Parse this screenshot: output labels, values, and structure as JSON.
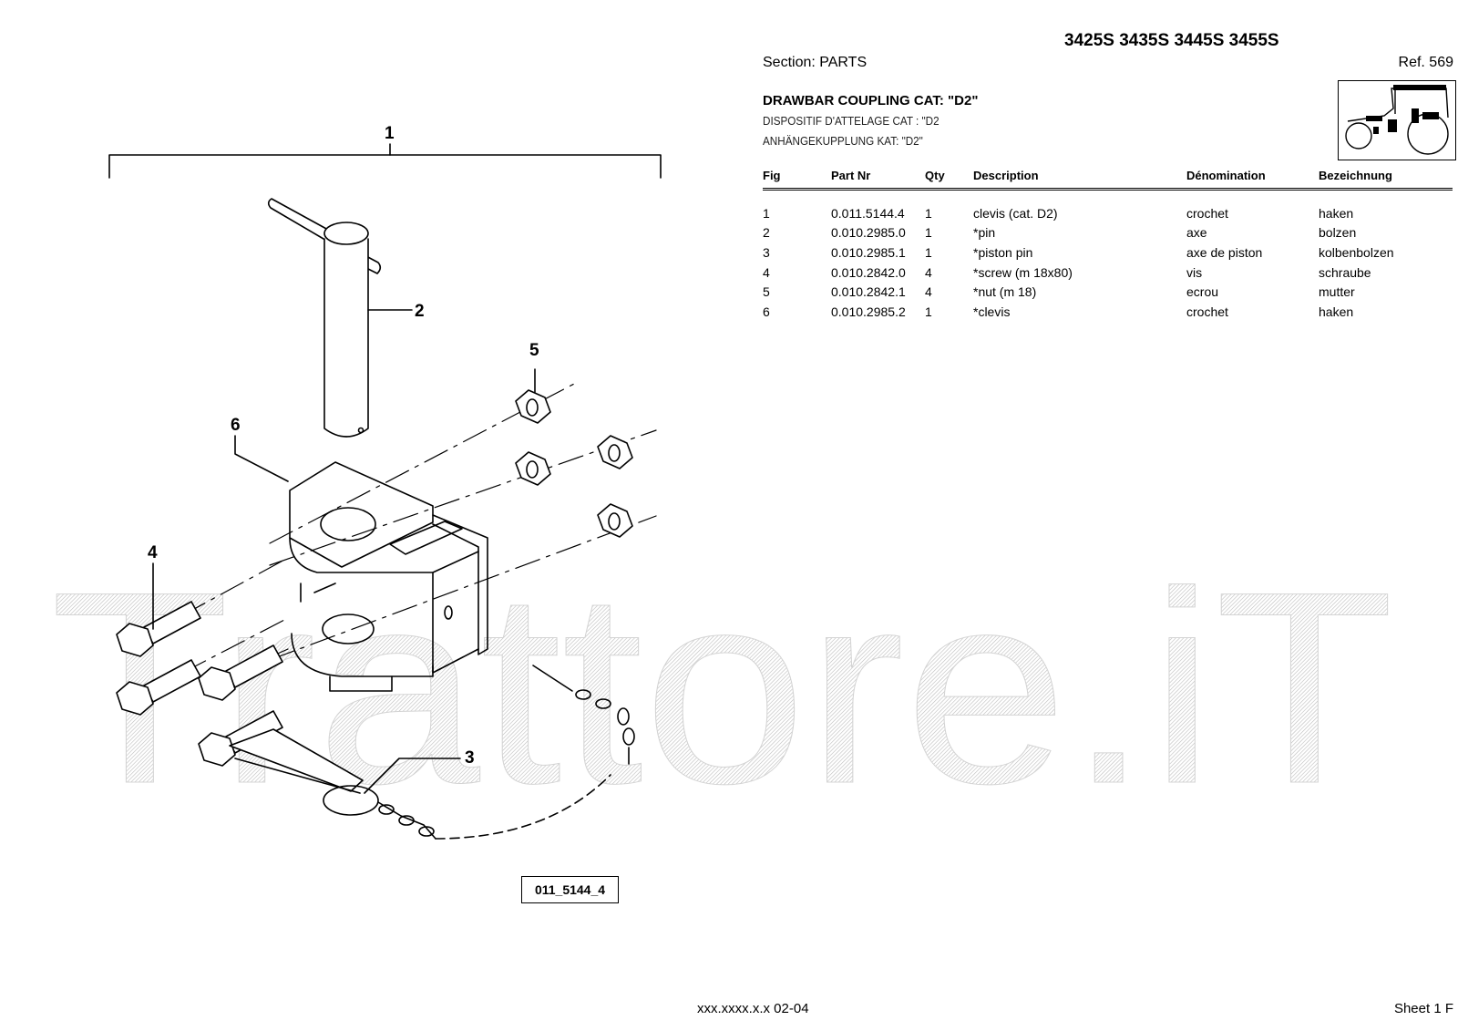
{
  "header": {
    "models": "3425S 3435S 3445S 3455S",
    "section": "Section: PARTS",
    "ref": "Ref. 569",
    "title_en": "DRAWBAR COUPLING CAT: \"D2\"",
    "title_fr": "DISPOSITIF D'ATTELAGE CAT : \"D2",
    "title_de": "ANHÄNGEKUPPLUNG KAT: \"D2\""
  },
  "table": {
    "headers": [
      "Fig",
      "Part Nr",
      "Qty",
      "Description",
      "Dénomination",
      "Bezeichnung"
    ],
    "rows": [
      [
        "1",
        "0.011.5144.4",
        "1",
        "clevis (cat. D2)",
        "crochet",
        "haken"
      ],
      [
        "2",
        "0.010.2985.0",
        "1",
        "*pin",
        "axe",
        "bolzen"
      ],
      [
        "3",
        "0.010.2985.1",
        "1",
        "*piston pin",
        "axe de piston",
        "kolbenbolzen"
      ],
      [
        "4",
        "0.010.2842.0",
        "4",
        "*screw (m 18x80)",
        "vis",
        "schraube"
      ],
      [
        "5",
        "0.010.2842.1",
        "4",
        "*nut (m 18)",
        "ecrou",
        "mutter"
      ],
      [
        "6",
        "0.010.2985.2",
        "1",
        "*clevis",
        "crochet",
        "haken"
      ]
    ]
  },
  "diagram": {
    "callouts": [
      "1",
      "2",
      "3",
      "4",
      "5",
      "6"
    ],
    "code": "011_5144_4",
    "watermark": "Trattore.iT"
  },
  "footer": {
    "code": "xxx.xxxx.x.x  02-04",
    "sheet": "Sheet 1 F"
  }
}
